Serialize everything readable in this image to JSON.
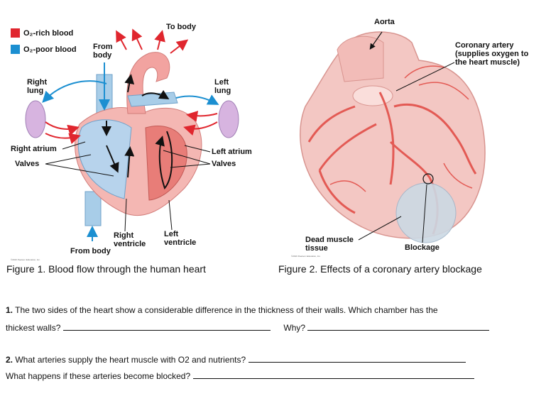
{
  "legend": {
    "o2_rich": "O₂-rich blood",
    "o2_poor": "O₂-poor blood",
    "o2_rich_color": "#e0262e",
    "o2_poor_color": "#1b8fd1"
  },
  "figure1": {
    "labels": {
      "to_body": "To body",
      "from_body_top": "From body",
      "right_lung": "Right lung",
      "left_lung": "Left lung",
      "right_atrium": "Right atrium",
      "left_atrium": "Left atrium",
      "valves_left": "Valves",
      "valves_right": "Valves",
      "right_ventricle": "Right ventricle",
      "left_ventricle": "Left ventricle",
      "from_body_bottom": "From body"
    },
    "credit": "©2016 Pearson Education, Inc.",
    "caption": "Figure 1.  Blood flow through the human heart"
  },
  "figure2": {
    "labels": {
      "aorta": "Aorta",
      "coronary_artery": "Coronary artery (supplies oxygen to the heart muscle)",
      "dead_muscle": "Dead muscle tissue",
      "blockage": "Blockage"
    },
    "credit": "©2016 Pearson Education, Inc.",
    "caption": "Figure 2.  Effects of a coronary artery blockage"
  },
  "questions": {
    "q1_number": "1.",
    "q1_line1": "The two sides of the heart show a considerable difference in the thickness of their walls.  Which chamber has the",
    "q1_line2a": "thickest walls?",
    "q1_line2b": "Why?",
    "q2_number": "2.",
    "q2_line1": "What arteries  supply the heart muscle with O2 and nutrients?",
    "q2_line2": "What happens if these arteries  become blocked?"
  }
}
